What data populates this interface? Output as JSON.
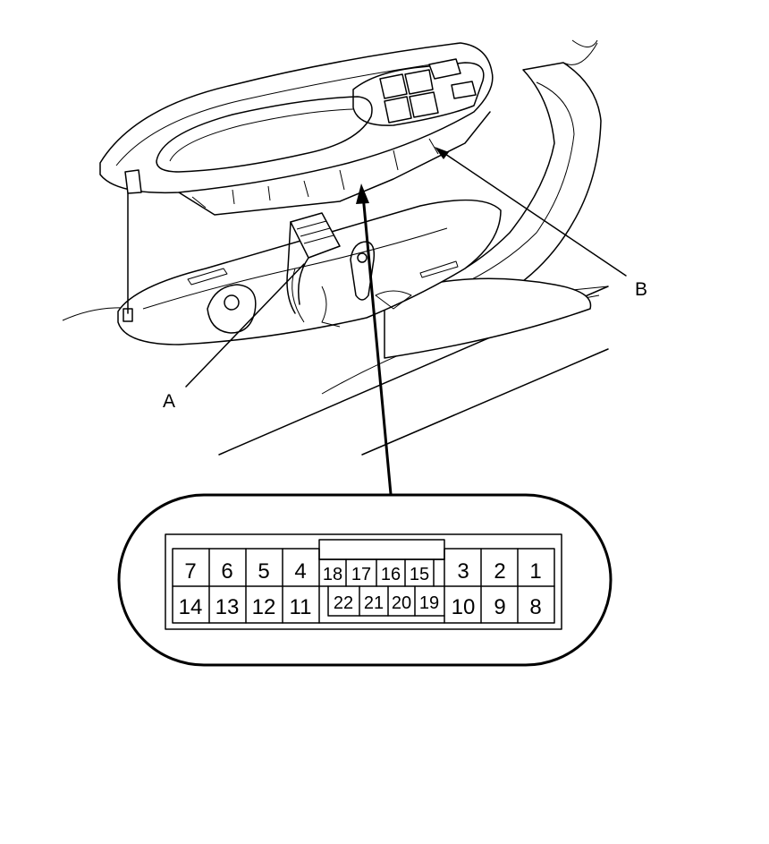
{
  "callouts": {
    "a": "A",
    "b": "B"
  },
  "connector": {
    "top_row_left": [
      "7",
      "6",
      "5",
      "4"
    ],
    "top_row_mid": [
      "18",
      "17",
      "16",
      "15"
    ],
    "top_row_right": [
      "3",
      "2",
      "1"
    ],
    "bottom_row_left": [
      "14",
      "13",
      "12",
      "11"
    ],
    "bottom_row_mid": [
      "22",
      "21",
      "20",
      "19"
    ],
    "bottom_row_right": [
      "10",
      "9",
      "8"
    ]
  }
}
